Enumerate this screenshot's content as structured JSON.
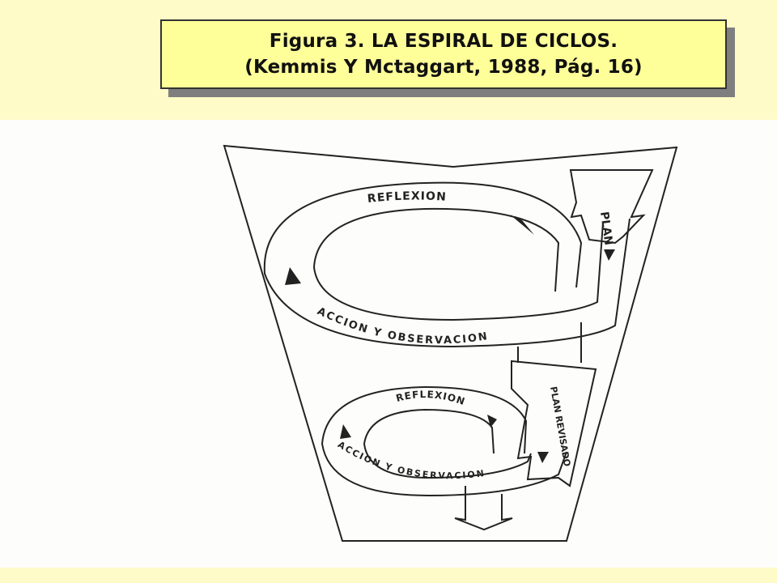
{
  "title": {
    "line1": "Figura 3. LA ESPIRAL DE CICLOS.",
    "line2": "(Kemmis Y Mctaggart, 1988, Pág. 16)"
  },
  "diagram": {
    "upper_loop": {
      "reflexion": "REFLEXION",
      "accion_observacion": "ACCION Y OBSERVACION",
      "plan": "PLAN"
    },
    "lower_loop": {
      "reflexion": "REFLEXION",
      "accion_observacion": "ACCION Y OBSERVACION",
      "plan_revisado": "PLAN REVISADO"
    }
  },
  "colors": {
    "slide_background": "#fffbc8",
    "title_box": "#ffff99",
    "scan_background": "#fdfdfb",
    "ink": "#222222"
  }
}
